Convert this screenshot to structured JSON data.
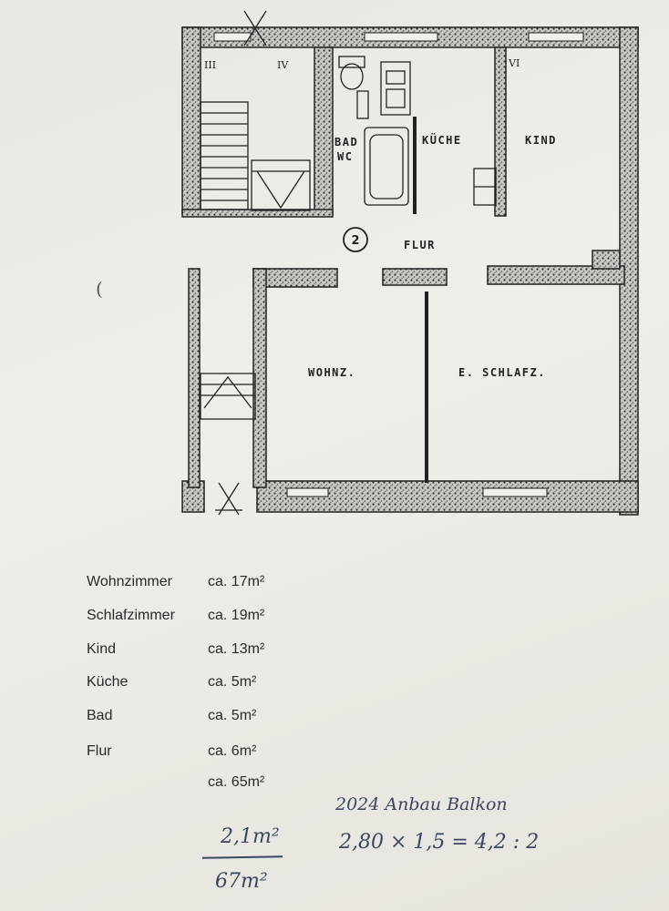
{
  "plan": {
    "stair_numbers": [
      "III",
      "IV",
      "VI"
    ],
    "flat_number": "2",
    "rooms": {
      "bad": "BAD",
      "wc": "WC",
      "kueche": "KÜCHE",
      "kind": "KIND",
      "flur": "FLUR",
      "wohnz": "WOHNZ.",
      "schlafz": "E. SCHLAFZ."
    }
  },
  "areas": [
    {
      "name": "Wohnzimmer",
      "value": "ca. 17m²"
    },
    {
      "name": "Schlafzimmer",
      "value": "ca. 19m²"
    },
    {
      "name": "Kind",
      "value": "ca. 13m²"
    },
    {
      "name": "Küche",
      "value": "ca. 5m²"
    },
    {
      "name": "Bad",
      "value": "ca. 5m²"
    },
    {
      "name": "Flur",
      "value": "ca. 6m²"
    },
    {
      "name": "",
      "value": "ca. 65m²"
    }
  ],
  "handwritten": {
    "note_line1": "2024 Anbau Balkon",
    "note_line2": "2,80 × 1,5 = 4,2 : 2",
    "addition": "2,1m²",
    "total": "67m²"
  },
  "stray_mark": "("
}
